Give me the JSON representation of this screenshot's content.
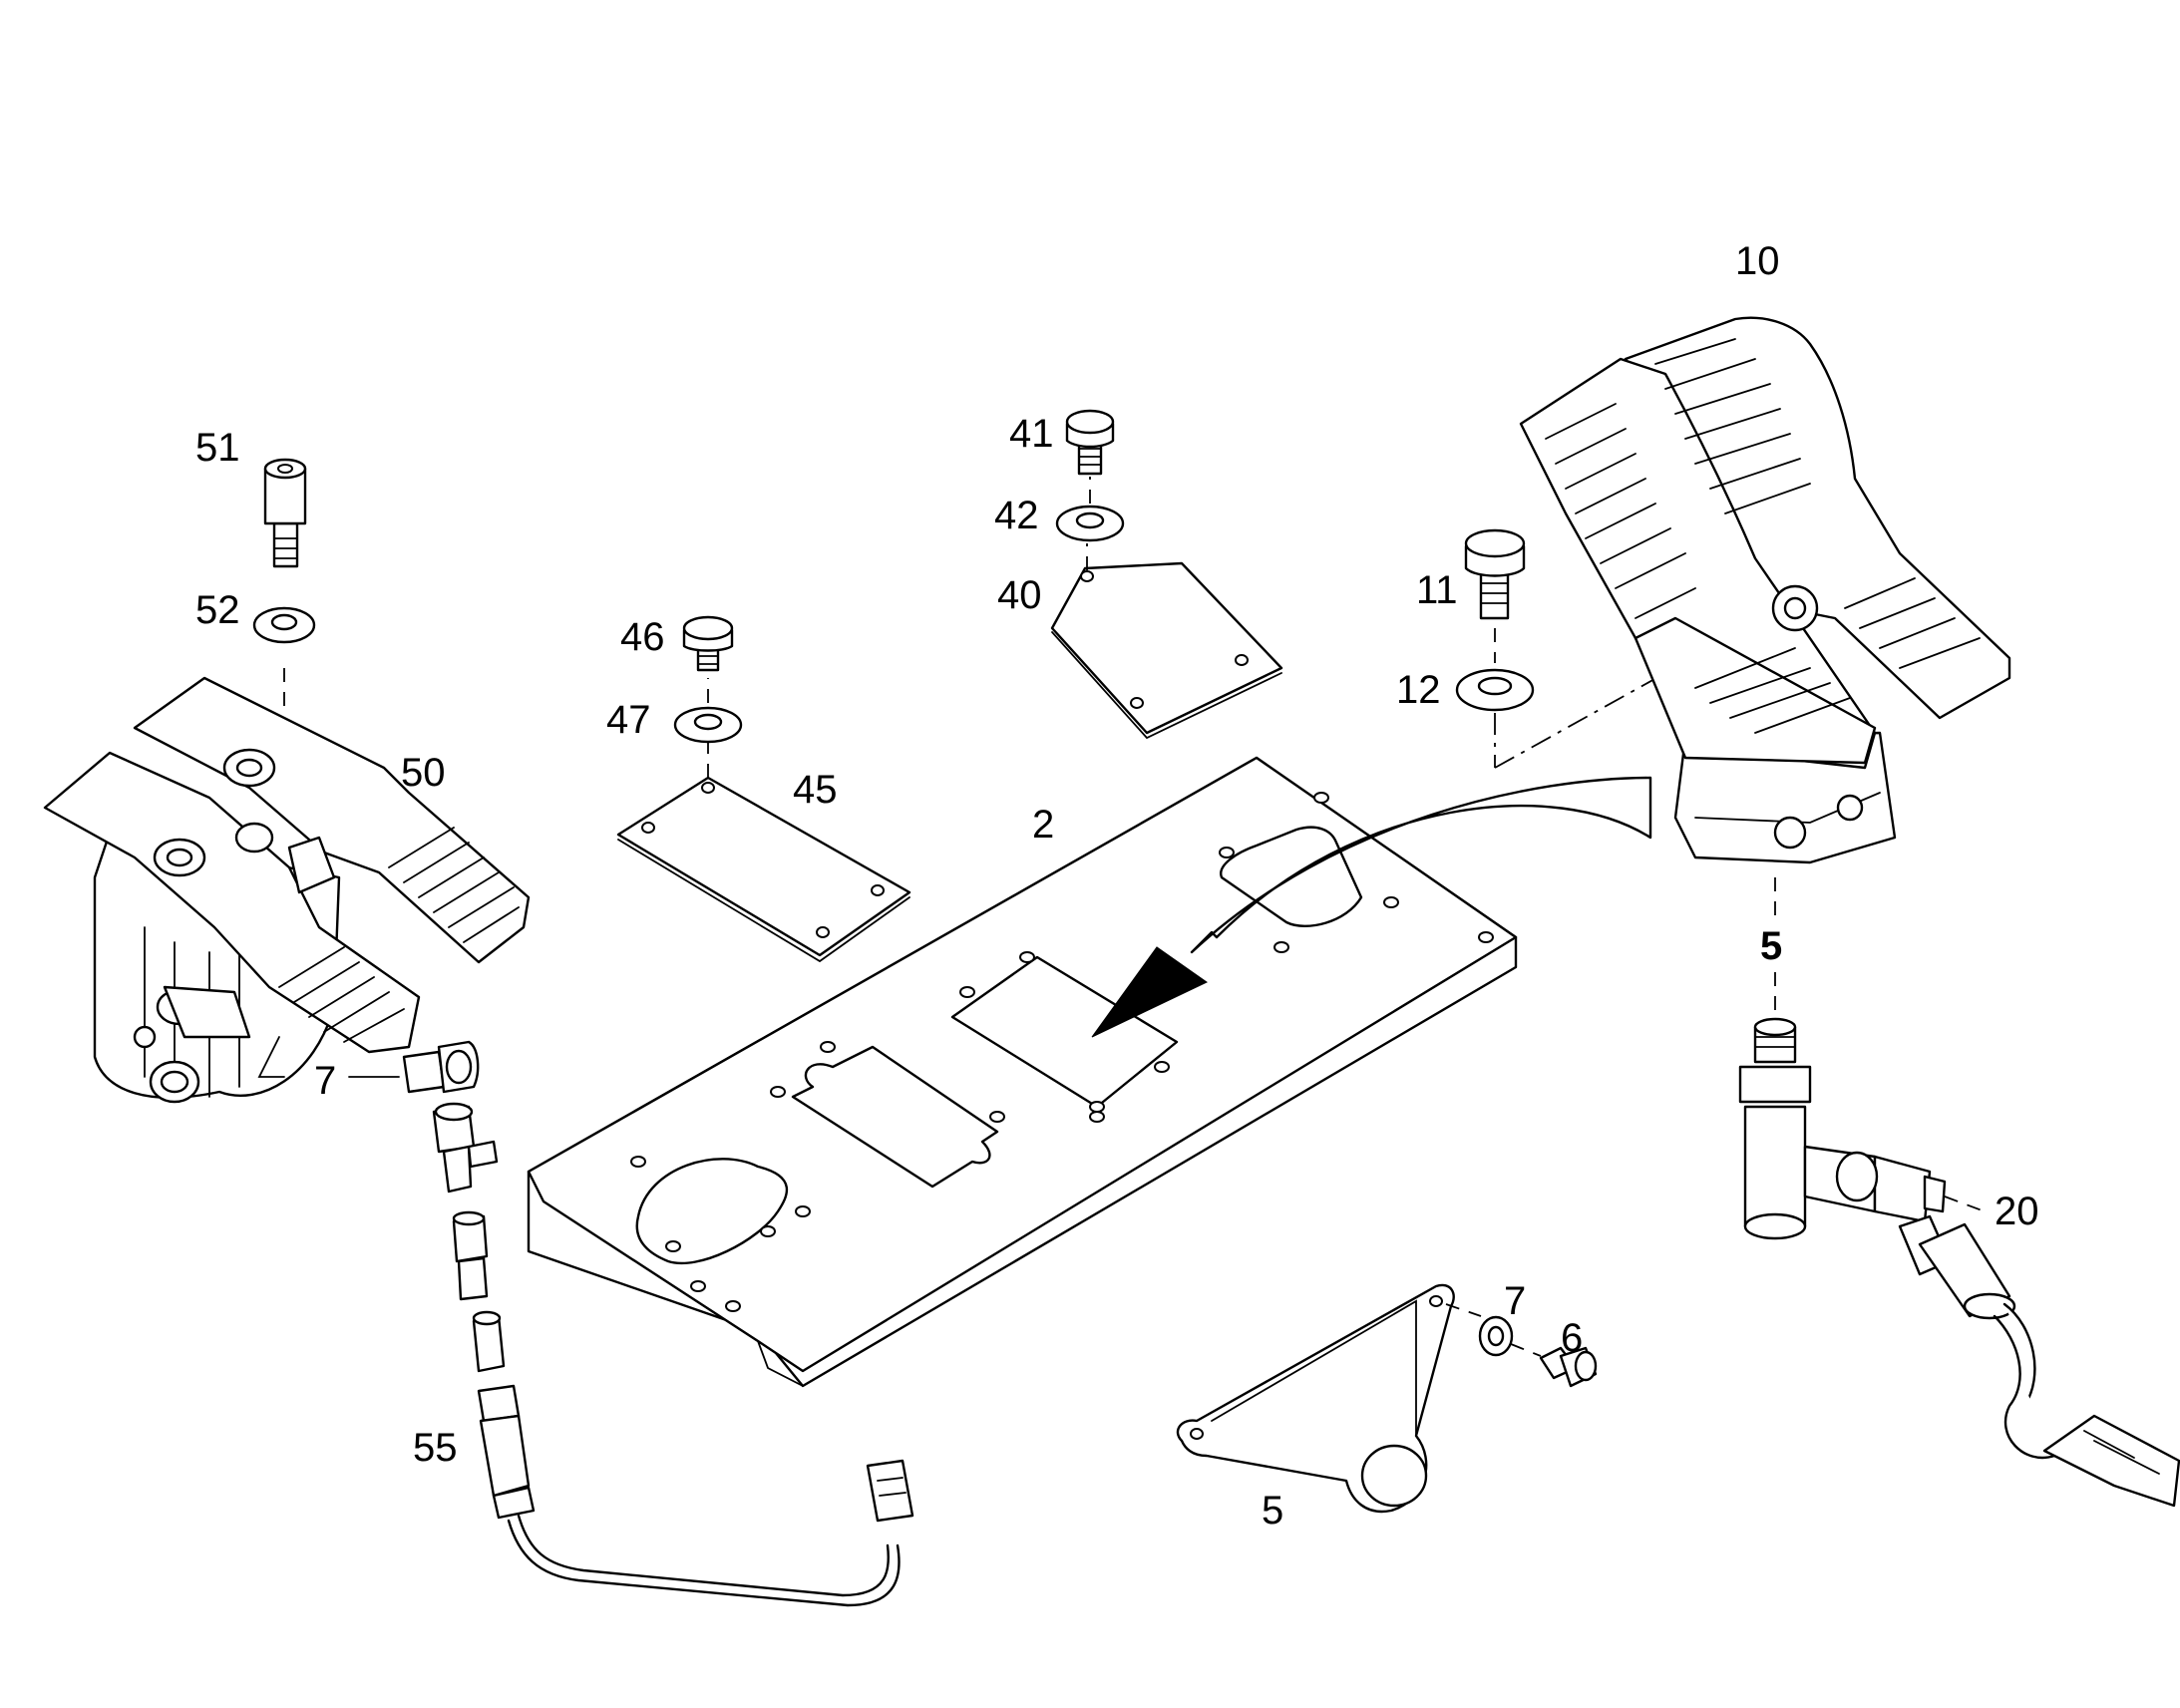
{
  "diagram": {
    "labels": [
      {
        "id": "2",
        "text": "2"
      },
      {
        "id": "5a",
        "text": "5"
      },
      {
        "id": "5b",
        "text": "5"
      },
      {
        "id": "6",
        "text": "6"
      },
      {
        "id": "7a",
        "text": "7"
      },
      {
        "id": "7b",
        "text": "7"
      },
      {
        "id": "10",
        "text": "10"
      },
      {
        "id": "11",
        "text": "11"
      },
      {
        "id": "12",
        "text": "12"
      },
      {
        "id": "20",
        "text": "20"
      },
      {
        "id": "40",
        "text": "40"
      },
      {
        "id": "41",
        "text": "41"
      },
      {
        "id": "42",
        "text": "42"
      },
      {
        "id": "45",
        "text": "45"
      },
      {
        "id": "46",
        "text": "46"
      },
      {
        "id": "47",
        "text": "47"
      },
      {
        "id": "50",
        "text": "50"
      },
      {
        "id": "51",
        "text": "51"
      },
      {
        "id": "52",
        "text": "52"
      },
      {
        "id": "55",
        "text": "55"
      }
    ]
  }
}
